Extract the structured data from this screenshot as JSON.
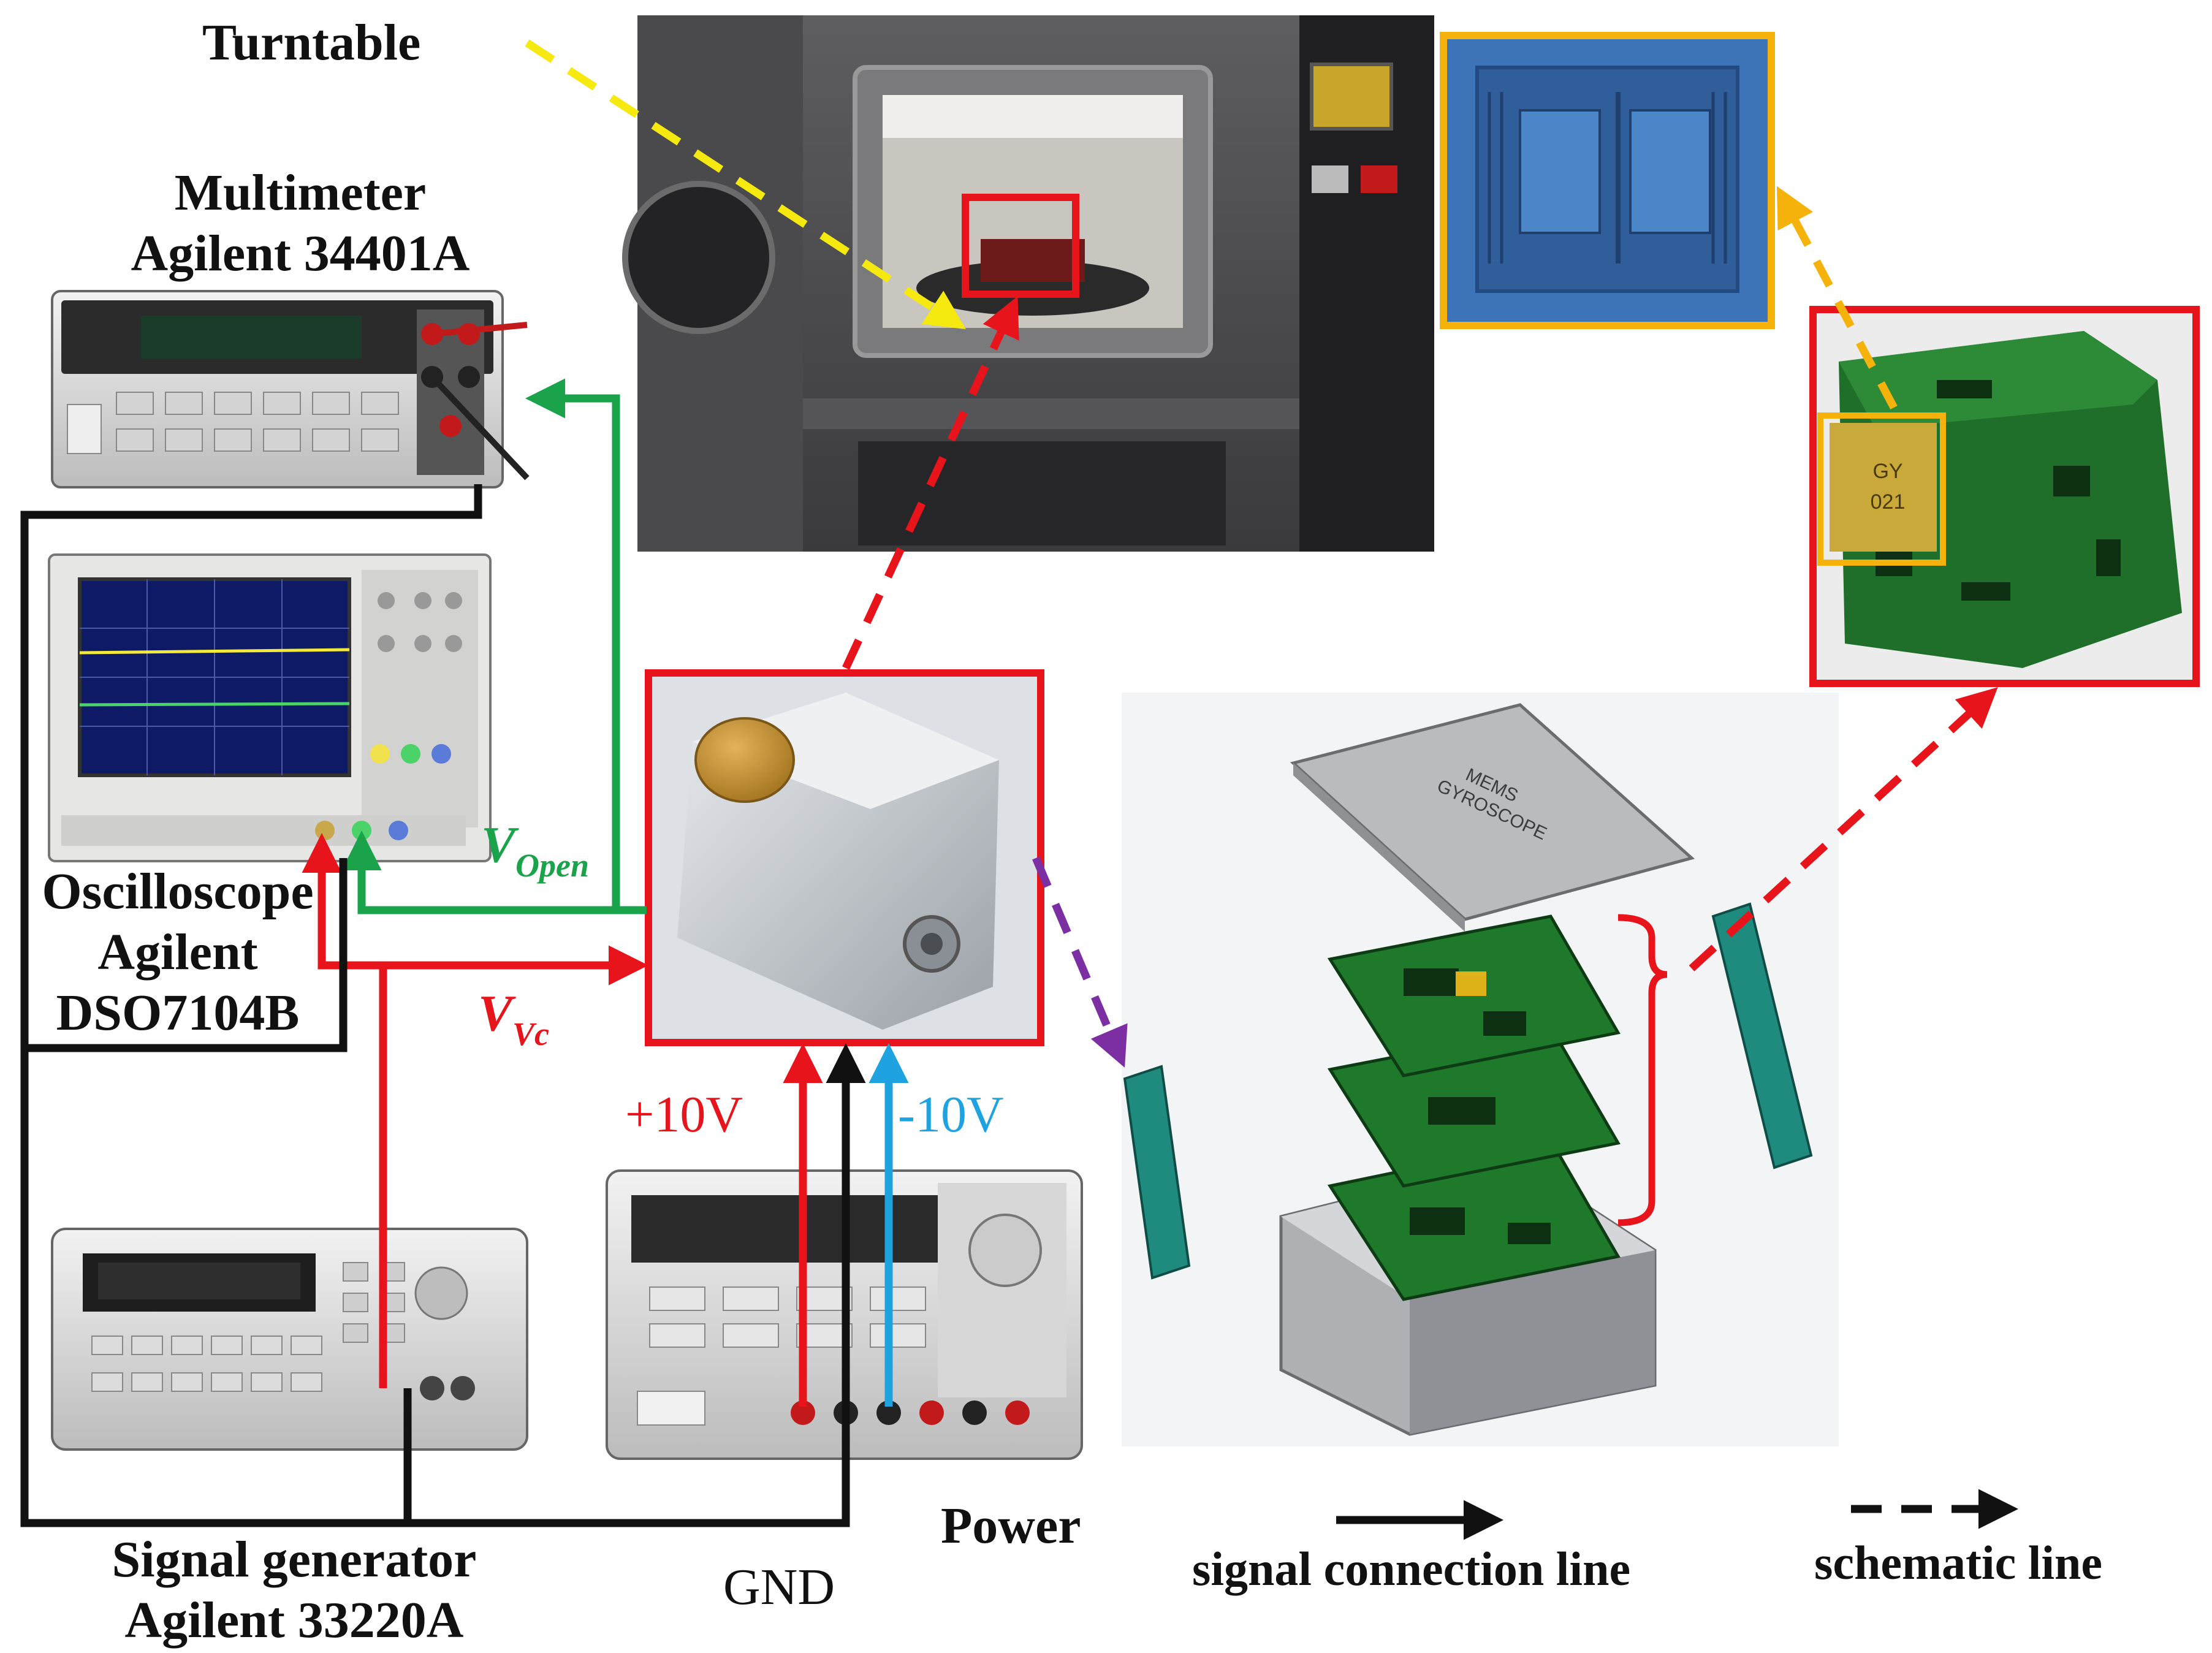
{
  "labels": {
    "turntable": "Turntable",
    "multimeter_line1": "Multimeter",
    "multimeter_line2": "Agilent 34401A",
    "oscilloscope_line1": "Oscilloscope",
    "oscilloscope_line2": "Agilent",
    "oscilloscope_line3": "DSO7104B",
    "signal_gen_line1": "Signal generator",
    "signal_gen_line2": "Agilent 33220A",
    "power": "Power",
    "gnd": "GND",
    "plus10v": "+10V",
    "minus10v": "-10V",
    "v_open_main": "V",
    "v_open_sub": "Open",
    "v_vc_main": "V",
    "v_vc_sub": "Vc",
    "lid_text_1": "MEMS",
    "lid_text_2": "GYROSCOPE",
    "chip_text_1": "GY",
    "chip_text_2": "021"
  },
  "legend": {
    "signal_connection": "signal connection line",
    "schematic": "schematic line"
  },
  "colors": {
    "red": "#e8141b",
    "green": "#1aa34a",
    "black": "#111111",
    "blue": "#1fa3e0",
    "yellow": "#f5e90f",
    "orange": "#f5b20a",
    "purple": "#7b2fa3",
    "pcb_green": "#1e7a2a"
  }
}
